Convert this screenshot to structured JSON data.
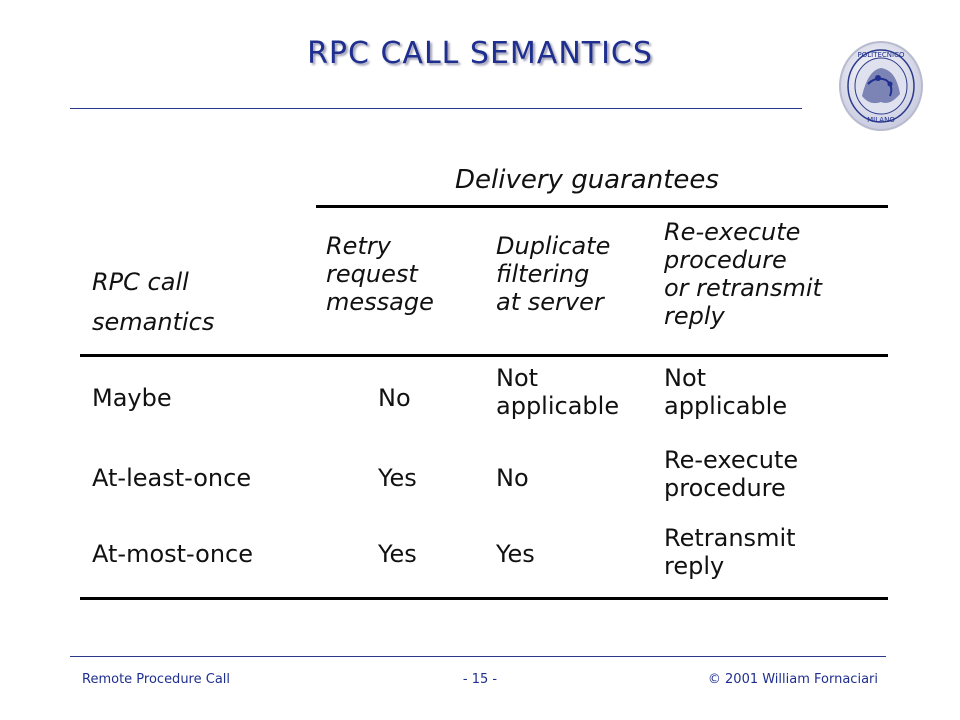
{
  "title": "RPC CALL SEMANTICS",
  "table": {
    "group_header": "Delivery guarantees",
    "row_header": "RPC call\nsemantics",
    "columns": [
      "Retry\nrequest\nmessage",
      "Duplicate\nfiltering\nat server",
      "Re-execute\nprocedure\nor retransmit\nreply"
    ],
    "rows": [
      {
        "semantics": "Maybe",
        "retry": "No",
        "dup": "Not\napplicable",
        "reexec": "Not\napplicable"
      },
      {
        "semantics": "At-least-once",
        "retry": "Yes",
        "dup": "No",
        "reexec": "Re-execute\nprocedure"
      },
      {
        "semantics": "At-most-once",
        "retry": "Yes",
        "dup": "Yes",
        "reexec": "Retransmit\nreply"
      }
    ]
  },
  "footer": {
    "left": "Remote Procedure Call",
    "center": "- 15 -",
    "right": "© 2001 William Fornaciari"
  },
  "logo": {
    "name": "politecnico-milano-seal",
    "text_top": "POLITECNICO",
    "text_bottom": "MILANO"
  },
  "colors": {
    "title": "#1f2f8f",
    "rule": "#2a3a8a"
  }
}
